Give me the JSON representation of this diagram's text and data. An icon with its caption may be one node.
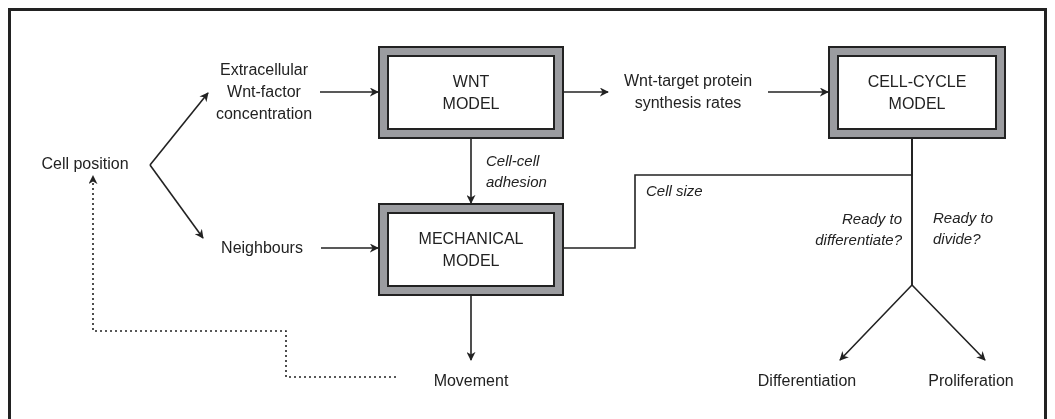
{
  "diagram": {
    "nodes": [
      {
        "text": [
          "Cell position"
        ]
      },
      {
        "text": [
          "Extracellular Wnt-factor concentration"
        ]
      },
      {
        "text": [
          "Neighbours"
        ]
      },
      {
        "text": [
          "WNT MODEL"
        ]
      },
      {
        "text": [
          "MECHANICAL MODEL"
        ]
      },
      {
        "text": [
          "Wnt-target protein synthesis rates"
        ]
      },
      {
        "text": [
          "CELL-CYCLE MODEL"
        ]
      },
      {
        "text": [
          "Movement"
        ]
      },
      {
        "text": [
          "Differentiation"
        ]
      },
      {
        "text": [
          "Proliferation"
        ]
      }
    ],
    "edges": [
      {
        "from": 0,
        "to": 1,
        "arrow": "to"
      },
      {
        "from": 0,
        "to": 2,
        "arrow": "to"
      },
      {
        "from": 1,
        "to": 3,
        "arrow": "to"
      },
      {
        "from": 2,
        "to": 4,
        "arrow": "to"
      },
      {
        "from": 3,
        "to": 4,
        "arrow": "to",
        "label": "Cell-cell adhesion"
      },
      {
        "from": 3,
        "to": 5,
        "arrow": "to"
      },
      {
        "from": 5,
        "to": 6,
        "arrow": "to"
      },
      {
        "from": 4,
        "to": 6,
        "arrow": "none",
        "label": "Cell size"
      },
      {
        "from": 6,
        "to": 8,
        "arrow": "to",
        "label": "Ready to differentiate?"
      },
      {
        "from": 6,
        "to": 9,
        "arrow": "to",
        "label": "Ready to divide?"
      },
      {
        "from": 4,
        "to": 7,
        "arrow": "to"
      },
      {
        "from": 7,
        "to": 0,
        "arrow": "to",
        "style": "dashed"
      }
    ]
  }
}
